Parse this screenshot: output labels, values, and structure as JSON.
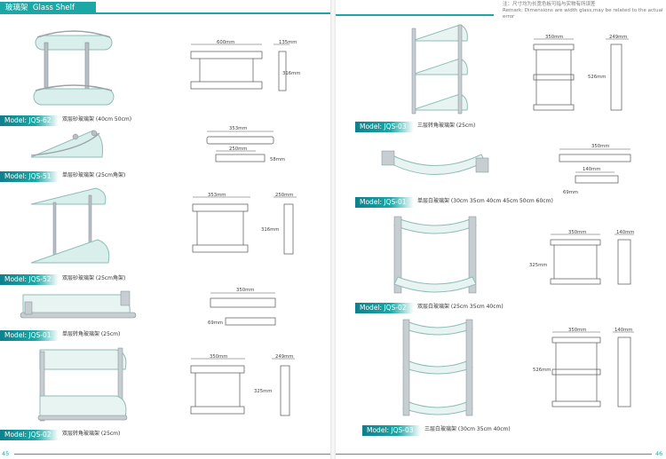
{
  "left": {
    "header": {
      "title_cn": "玻璃架",
      "title_en": "Glass Shelf"
    },
    "products": [
      {
        "model": "Model: JQS-62",
        "desc": "双层砂玻璃架 (40cm 50cm)",
        "dims": [
          "600mm",
          "135mm",
          "316mm"
        ]
      },
      {
        "model": "Model: JQS-51",
        "desc": "单层砂玻璃架 (25cm角架)",
        "dims": [
          "353mm",
          "250mm",
          "58mm"
        ]
      },
      {
        "model": "Model: JQS-52",
        "desc": "双层砂玻璃架 (25cm角架)",
        "dims": [
          "353mm",
          "250mm",
          "316mm"
        ]
      },
      {
        "model": "Model: JQS-01",
        "desc": "单层转角玻璃架 (25cm)",
        "dims": [
          "350mm",
          "69mm"
        ]
      },
      {
        "model": "Model: JQS-02",
        "desc": "双层转角玻璃架 (25cm)",
        "dims": [
          "350mm",
          "249mm",
          "325mm"
        ]
      }
    ],
    "page_number": "45"
  },
  "right": {
    "header": {
      "note_cn": "注：尺寸均为长宽色板可指与实物有所误差",
      "note_en": "Remark: Dimensions are width glass,may be related to the actual error"
    },
    "products": [
      {
        "model": "Model: JQS-03",
        "desc": "三层转角玻璃架 (25cm)",
        "dims": [
          "350mm",
          "249mm",
          "526mm"
        ]
      },
      {
        "model": "Model: JQS-01",
        "desc": "单层白玻璃架 (30cm 35cm 40cm 45cm 50cm 60cm)",
        "dims": [
          "350mm",
          "140mm",
          "69mm"
        ]
      },
      {
        "model": "Model: JQS-02",
        "desc": "双层白玻璃架 (25cm 35cm 40cm)",
        "dims": [
          "350mm",
          "140mm",
          "325mm"
        ]
      },
      {
        "model": "Model: JQS-03",
        "desc": "三层白玻璃架 (30cm 35cm 40cm)",
        "dims": [
          "350mm",
          "140mm",
          "526mm"
        ]
      }
    ],
    "page_number": "46"
  },
  "colors": {
    "accent": "#1aa7a5",
    "accent_dark": "#0f7f8c",
    "glass": "#cfe9e6",
    "chrome": "#9aa3a8"
  }
}
